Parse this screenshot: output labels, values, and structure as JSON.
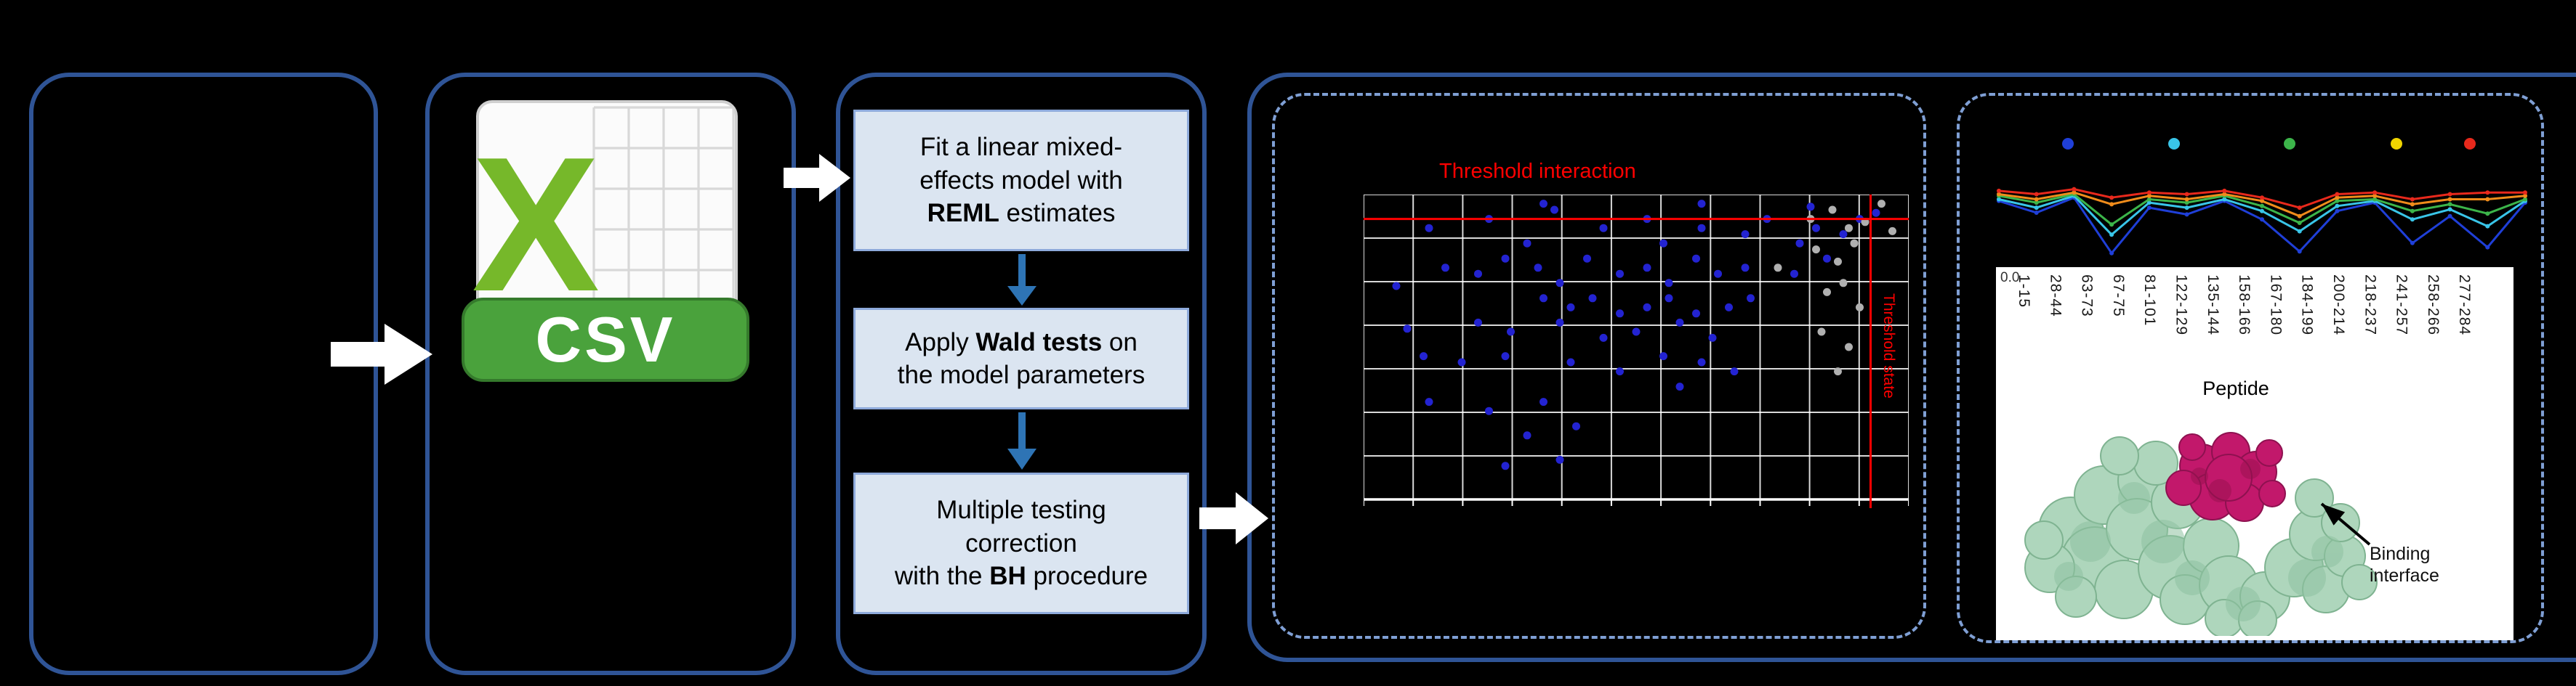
{
  "figure": {
    "csv_label": "CSV",
    "steps": [
      {
        "pre": "Fit a linear mixed-\neffects model with\n",
        "bold": "REML",
        "post": " estimates"
      },
      {
        "pre": "Apply ",
        "bold": "Wald tests",
        "post": " on\nthe model parameters"
      },
      {
        "pre": "Multiple testing\ncorrection\nwith the ",
        "bold": "BH",
        "post": " procedure"
      }
    ],
    "scatter_threshold_h_label": "Threshold interaction",
    "scatter_threshold_v_label": "Threshold state",
    "binding_annotation": "Binding\ninterface"
  },
  "colors": {
    "panel_border": "#2f5496",
    "dashed_border": "#7f9fd4",
    "step_fill": "#dbe5f1",
    "step_border": "#8eaadb",
    "flow_arrow_blue": "#2e74b5",
    "block_arrow_white": "#ffffff",
    "threshold_red": "#ff0000",
    "grid_white": "#ffffff",
    "csv_green_x": "#76b82a",
    "csv_banner_green": "#4aa23c",
    "protein_green": "#aed6bc",
    "protein_magenta": "#c2186b"
  },
  "chart_data": [
    {
      "type": "scatter",
      "title": "",
      "units": "percent_of_plot_area (x left-to-right, y top-to-bottom)",
      "grid": {
        "cols": 11,
        "rows": 7,
        "on": true
      },
      "thresholds": {
        "horizontal_y_pct": 8,
        "vertical_x_pct": 93,
        "color": "#ff0000",
        "h_label": "Threshold interaction",
        "v_label": "Threshold state"
      },
      "series": [
        {
          "name": "significant",
          "color": "#2323d1",
          "points": [
            [
              12,
              11
            ],
            [
              23,
              8
            ],
            [
              30,
              16
            ],
            [
              35,
              5
            ],
            [
              44,
              11
            ],
            [
              52,
              8
            ],
            [
              55,
              16
            ],
            [
              62,
              11
            ],
            [
              70,
              13
            ],
            [
              74,
              8
            ],
            [
              15,
              24
            ],
            [
              21,
              26
            ],
            [
              26,
              21
            ],
            [
              32,
              24
            ],
            [
              36,
              29
            ],
            [
              41,
              21
            ],
            [
              47,
              26
            ],
            [
              52,
              24
            ],
            [
              56,
              29
            ],
            [
              61,
              21
            ],
            [
              65,
              26
            ],
            [
              70,
              24
            ],
            [
              33,
              34
            ],
            [
              38,
              37
            ],
            [
              42,
              34
            ],
            [
              47,
              39
            ],
            [
              52,
              37
            ],
            [
              56,
              34
            ],
            [
              61,
              39
            ],
            [
              67,
              37
            ],
            [
              71,
              34
            ],
            [
              21,
              42
            ],
            [
              27,
              45
            ],
            [
              36,
              42
            ],
            [
              44,
              47
            ],
            [
              50,
              45
            ],
            [
              58,
              42
            ],
            [
              64,
              47
            ],
            [
              11,
              53
            ],
            [
              18,
              55
            ],
            [
              26,
              53
            ],
            [
              38,
              55
            ],
            [
              47,
              58
            ],
            [
              55,
              53
            ],
            [
              62,
              55
            ],
            [
              12,
              68
            ],
            [
              23,
              71
            ],
            [
              33,
              68
            ],
            [
              30,
              79
            ],
            [
              39,
              76
            ],
            [
              26,
              89
            ],
            [
              36,
              87
            ],
            [
              80,
              16
            ],
            [
              83,
              11
            ],
            [
              79,
              26
            ],
            [
              85,
              21
            ],
            [
              88,
              13
            ],
            [
              91,
              8
            ],
            [
              33,
              3
            ],
            [
              62,
              3
            ],
            [
              82,
              4
            ],
            [
              94,
              6
            ],
            [
              6,
              30
            ],
            [
              8,
              44
            ],
            [
              58,
              63
            ],
            [
              68,
              58
            ]
          ]
        },
        {
          "name": "nonsignificant",
          "color": "#b0b0b0",
          "points": [
            [
              82,
              8
            ],
            [
              86,
              5
            ],
            [
              89,
              11
            ],
            [
              92,
              9
            ],
            [
              83,
              18
            ],
            [
              87,
              22
            ],
            [
              90,
              16
            ],
            [
              85,
              32
            ],
            [
              88,
              29
            ],
            [
              91,
              37
            ],
            [
              84,
              45
            ],
            [
              89,
              50
            ],
            [
              87,
              58
            ],
            [
              76,
              24
            ],
            [
              95,
              3
            ],
            [
              97,
              12
            ]
          ]
        }
      ]
    },
    {
      "type": "line",
      "categories": [
        "1-15",
        "28-44",
        "63-73",
        "67-75",
        "81-101",
        "122-129",
        "135-144",
        "158-166",
        "167-180",
        "184-199",
        "200-214",
        "218-237",
        "241-257",
        "258-266",
        "277-284"
      ],
      "x_label": "Peptide",
      "visible_y_tick": "0.0",
      "legend_dot_colors": [
        "#1f3fd8",
        "#39c5e8",
        "#3cb54a",
        "#f0d500",
        "#e8291c"
      ],
      "series": [
        {
          "name": "blue",
          "color": "#1f3fd8",
          "values": [
            0.7,
            0.56,
            0.74,
            0.08,
            0.62,
            0.54,
            0.7,
            0.48,
            0.1,
            0.58,
            0.68,
            0.2,
            0.52,
            0.15,
            0.68
          ]
        },
        {
          "name": "cyan",
          "color": "#39c5e8",
          "values": [
            0.72,
            0.62,
            0.76,
            0.3,
            0.68,
            0.62,
            0.72,
            0.58,
            0.34,
            0.64,
            0.7,
            0.48,
            0.6,
            0.4,
            0.7
          ]
        },
        {
          "name": "green",
          "color": "#3cb54a",
          "values": [
            0.76,
            0.68,
            0.78,
            0.42,
            0.72,
            0.68,
            0.76,
            0.64,
            0.44,
            0.7,
            0.72,
            0.58,
            0.66,
            0.55,
            0.72
          ]
        },
        {
          "name": "orange",
          "color": "#f08c1b",
          "values": [
            0.78,
            0.72,
            0.8,
            0.66,
            0.76,
            0.72,
            0.78,
            0.7,
            0.52,
            0.74,
            0.76,
            0.66,
            0.72,
            0.72,
            0.76
          ]
        },
        {
          "name": "red",
          "color": "#e8291c",
          "values": [
            0.82,
            0.78,
            0.84,
            0.74,
            0.8,
            0.78,
            0.82,
            0.74,
            0.62,
            0.78,
            0.8,
            0.72,
            0.78,
            0.8,
            0.8
          ]
        }
      ]
    }
  ]
}
